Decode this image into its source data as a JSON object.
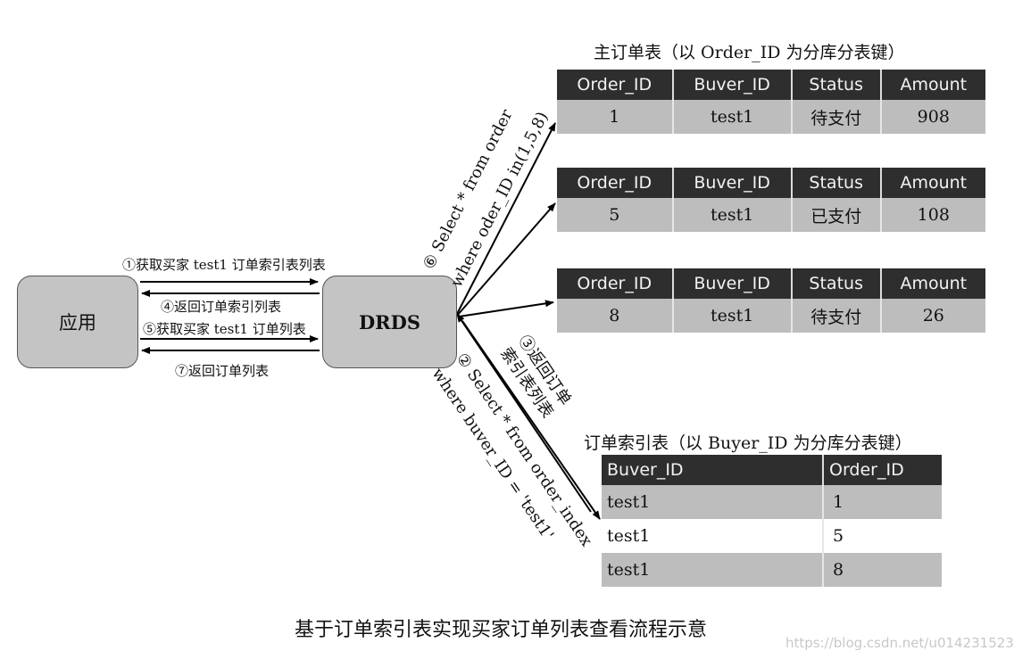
{
  "nodes": {
    "app": "应用",
    "drds": "DRDS"
  },
  "arrows": {
    "step1": "①获取买家 test1 订单索引表列表",
    "step4": "④返回订单索引列表",
    "step5": "⑤获取买家 test1 订单列表",
    "step7": "⑦返回订单列表",
    "step6_line1": "⑥ Select * from order",
    "step6_line2": "where oder_ID in(1,5,8)",
    "step2_line1": "② Select * from order_index",
    "step2_line2": "where buver_ID = 'test1'",
    "step3_line1": "③返回订单",
    "step3_line2": "索引表列表"
  },
  "main_table": {
    "title": "主订单表（以 Order_ID 为分库分表键）",
    "headers": [
      "Order_ID",
      "Buver_ID",
      "Status",
      "Amount"
    ],
    "shards": [
      [
        "1",
        "test1",
        "待支付",
        "908"
      ],
      [
        "5",
        "test1",
        "已支付",
        "108"
      ],
      [
        "8",
        "test1",
        "待支付",
        "26"
      ]
    ]
  },
  "index_table": {
    "title": "订单索引表（以 Buyer_ID 为分库分表键）",
    "headers": [
      "Buver_ID",
      "Order_ID"
    ],
    "rows": [
      [
        "test1",
        "1"
      ],
      [
        "test1",
        "5"
      ],
      [
        "test1",
        "8"
      ]
    ]
  },
  "caption": "基于订单索引表实现买家订单列表查看流程示意",
  "watermark": "https://blog.csdn.net/u014231523"
}
